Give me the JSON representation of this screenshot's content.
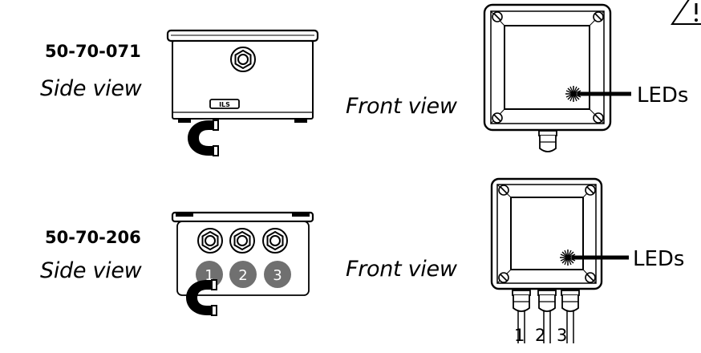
{
  "product_a": {
    "code": "50-70-071",
    "side_view_label": "Side view",
    "front_view_label": "Front view",
    "leds_label": "LEDs",
    "port_label": "ILS"
  },
  "product_b": {
    "code": "50-70-206",
    "side_view_label": "Side view",
    "front_view_label": "Front view",
    "leds_label": "LEDs",
    "side_badges": [
      "1",
      "2",
      "3"
    ],
    "cable_numbers": [
      "1",
      "2",
      "3"
    ]
  },
  "colors": {
    "line": "#000000",
    "badge_fill": "#707070",
    "badge_text": "#ffffff"
  }
}
